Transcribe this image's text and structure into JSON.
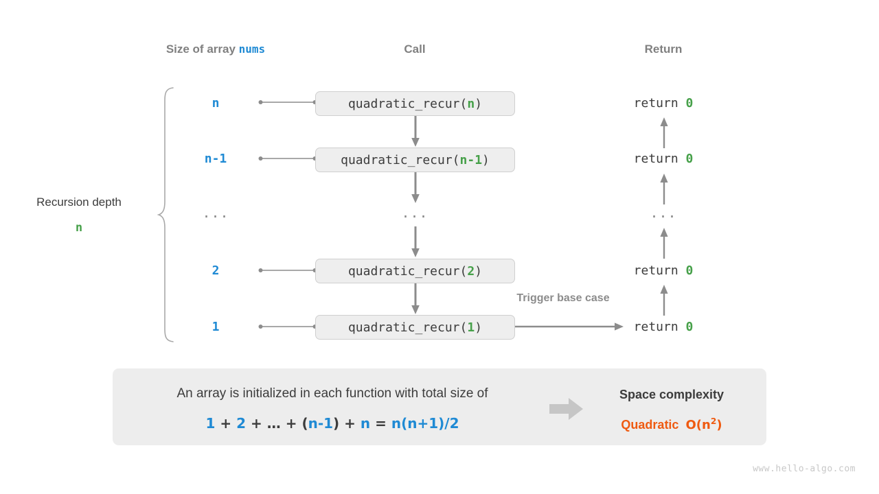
{
  "headers": {
    "size": {
      "prefix": "Size of array ",
      "code": "nums"
    },
    "call": "Call",
    "return": "Return"
  },
  "depth": {
    "label": "Recursion depth",
    "value": "n"
  },
  "rows": [
    {
      "size": "n",
      "call_name": "quadratic_recur",
      "call_arg": "n",
      "ret_kw": "return",
      "ret_val": "0"
    },
    {
      "size": "n-1",
      "call_name": "quadratic_recur",
      "call_arg": "n-1",
      "ret_kw": "return",
      "ret_val": "0"
    },
    {
      "size": "...",
      "call_name": "...",
      "call_arg": "",
      "ret_kw": "...",
      "ret_val": ""
    },
    {
      "size": "2",
      "call_name": "quadratic_recur",
      "call_arg": "2",
      "ret_kw": "return",
      "ret_val": "0"
    },
    {
      "size": "1",
      "call_name": "quadratic_recur",
      "call_arg": "1",
      "ret_kw": "return",
      "ret_val": "0"
    }
  ],
  "annotation": "Trigger base case",
  "summary": {
    "text": "An array is initialized in each function with total size of",
    "formula": {
      "t1": "1",
      "op1": "+",
      "t2": "2",
      "op2": "+",
      "t3": "…",
      "op3": "+",
      "lp": "(",
      "t4": "n-1",
      "rp": ")",
      "op4": "+",
      "t5": "n",
      "eq": "=",
      "result": "n(n+1)/2"
    },
    "complexity_title": "Space complexity",
    "complexity_word": "Quadratic",
    "complexity_big_o": "O(n",
    "complexity_exp": "2",
    "complexity_close": ")"
  },
  "watermark": "www.hello-algo.com",
  "colors": {
    "blue": "#1f8ad4",
    "green": "#46a049",
    "orange": "#ef5a10",
    "gray_text": "#3c3c3c",
    "gray_header": "#808080",
    "panel": "#ededed",
    "box_fill": "#eeeeee",
    "box_border": "#cfcfcf",
    "connector": "#8c8c8c"
  }
}
